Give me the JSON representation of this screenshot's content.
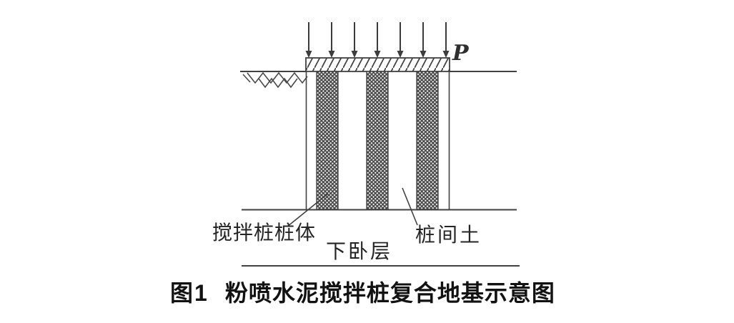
{
  "figure": {
    "load_label": "P",
    "load_arrow_count": 7,
    "pile_count": 3,
    "labels": {
      "pile_body": "搅拌桩桩体",
      "soil_between_piles": "桩间土",
      "underlying_layer": "下卧层"
    },
    "caption": {
      "prefix": "图1",
      "title": "粉喷水泥搅拌桩复合地基示意图"
    },
    "icons": {
      "load_arrows": "down-arrow",
      "slab_fill": "diagonal-hatch",
      "pile_fill": "cross-hatch",
      "ground_mark": "soil-hatch"
    },
    "colors": {
      "line": "#414141",
      "label_text": "#242424",
      "caption_text": "#121212",
      "background": "#ffffff"
    }
  }
}
